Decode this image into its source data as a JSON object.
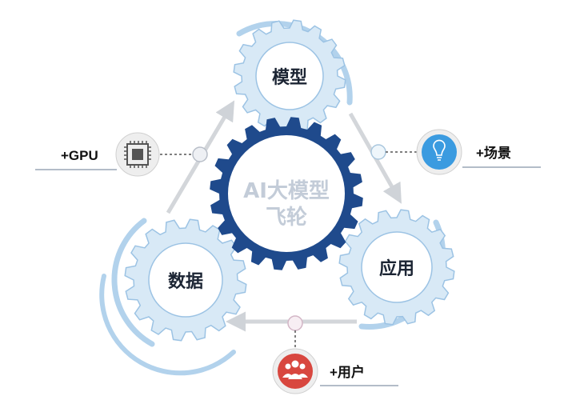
{
  "center": {
    "line1": "AI大模型",
    "line2": "飞轮"
  },
  "nodes": {
    "model": "模型",
    "application": "应用",
    "data": "数据"
  },
  "inputs": {
    "gpu": "+GPU",
    "scene": "+场景",
    "users": "+用户"
  },
  "icons": {
    "gpu": "chip-icon",
    "scene": "lightbulb-icon",
    "users": "users-icon"
  },
  "colors": {
    "gear_light": "#d8e9f6",
    "gear_stroke": "#9cc3e4",
    "arc_blue": "#b2d2ec",
    "center_gear": "#1f4a8c",
    "arrow_gray": "#d3d6da",
    "bulb_bg": "#3b9be0",
    "users_bg": "#d8473f",
    "chip_bg": "#eeeeee"
  }
}
